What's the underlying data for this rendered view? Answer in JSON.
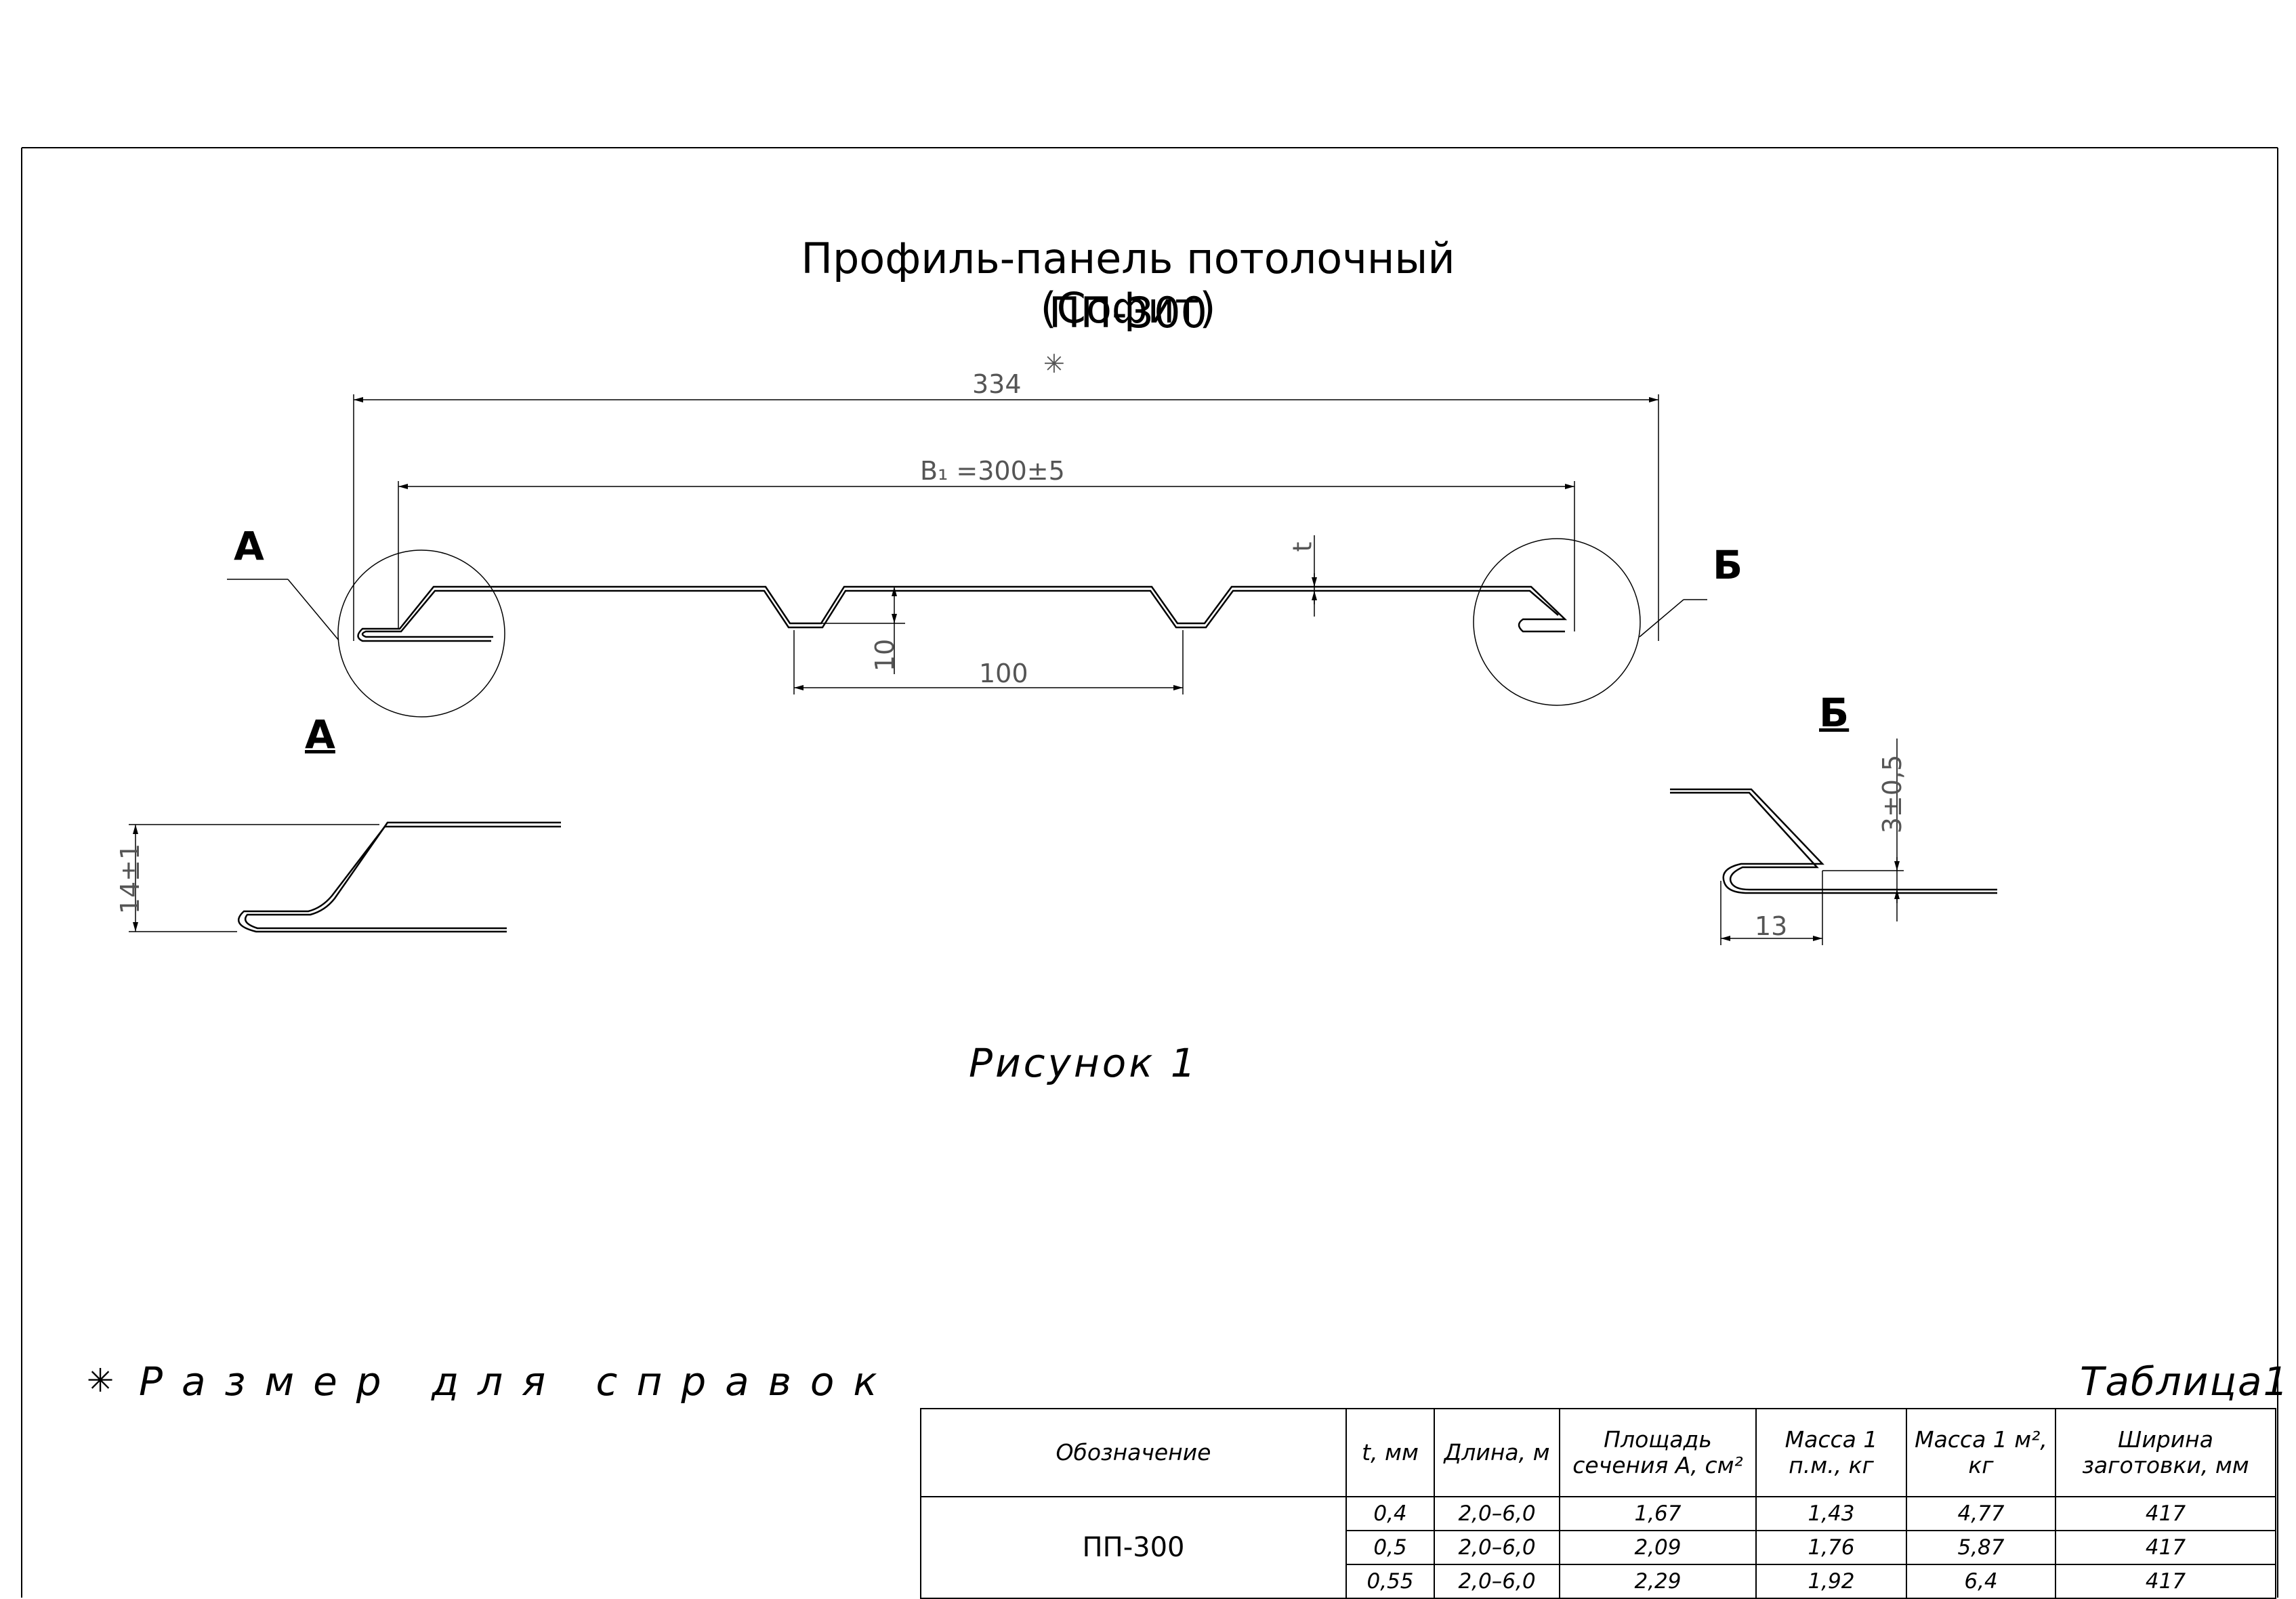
{
  "title": {
    "line1": "Профиль-панель потолочный (Софит)",
    "line2": "ПП-300"
  },
  "dimensions": {
    "overall": "334",
    "overall_mark": "✳",
    "effective": "B₁ =300±5",
    "thickness": "t",
    "rib_height": "10",
    "rib_pitch": "100",
    "detail_a_height": "14±1",
    "detail_b_height": "3±0,5",
    "detail_b_width": "13"
  },
  "labels": {
    "node_a": "А",
    "node_b": "Б",
    "detail_a": "А",
    "detail_b": "Б"
  },
  "figure_caption": "Рисунок 1",
  "reference_note": {
    "mark": "✳",
    "text": "Размер для справок"
  },
  "table": {
    "title": "Таблица1",
    "headers": [
      "Обозначение",
      "t, мм",
      "Длина, м",
      "Площадь сечения А, см²",
      "Масса 1 п.м., кг",
      "Масса 1 м², кг",
      "Ширина заготовки, мм"
    ],
    "designation": "ПП-300",
    "rows": [
      [
        "0,4",
        "2,0–6,0",
        "1,67",
        "1,43",
        "4,77",
        "417"
      ],
      [
        "0,5",
        "2,0–6,0",
        "2,09",
        "1,76",
        "5,87",
        "417"
      ],
      [
        "0,55",
        "2,0–6,0",
        "2,29",
        "1,92",
        "6,4",
        "417"
      ]
    ]
  }
}
